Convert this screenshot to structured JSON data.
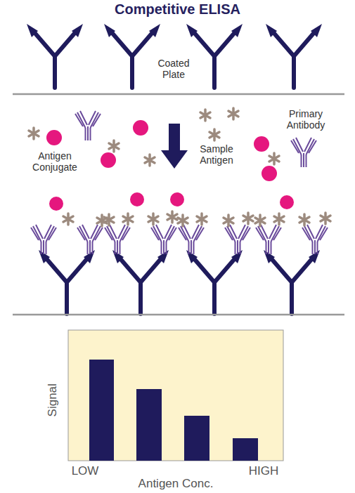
{
  "diagram": {
    "title": "Competitive ELISA",
    "labels": [
      "Coated Plate",
      "Antigen Conjugate",
      "Sample Antigen",
      "Primary Antibody",
      "Signal",
      "LOW",
      "HIGH",
      "Antigen Conc."
    ]
  }
}
